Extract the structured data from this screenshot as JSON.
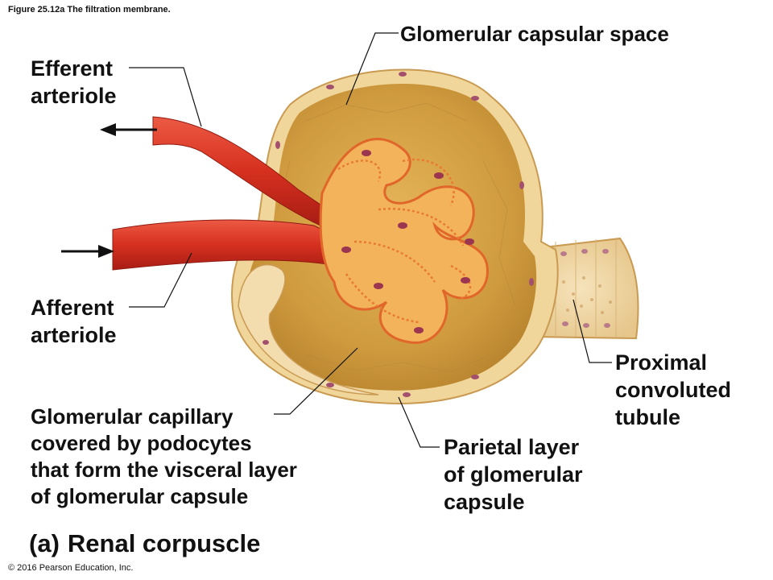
{
  "figure_title": "Figure 25.12a The filtration membrane.",
  "labels": {
    "capsular_space": "Glomerular capsular space",
    "efferent": "Efferent\narteriole",
    "afferent": "Afferent\narteriole",
    "proximal": "Proximal\nconvoluted\ntubule",
    "glomerular_capillary": "Glomerular capillary\ncovered by podocytes\nthat form the visceral layer\nof glomerular capsule",
    "parietal": "Parietal layer\nof glomerular\ncapsule"
  },
  "caption": {
    "letter": "(a)",
    "text": "Renal corpuscle"
  },
  "copyright": "© 2016 Pearson Education, Inc.",
  "colors": {
    "capsule_fill": "#d4a04a",
    "capsule_wall": "#f0d69a",
    "vessel": "#d93a2a",
    "podocyte": "#f2b35a",
    "podocyte_edge": "#e0662a",
    "nucleus": "#9c3550",
    "tubule": "#f3dcae"
  }
}
